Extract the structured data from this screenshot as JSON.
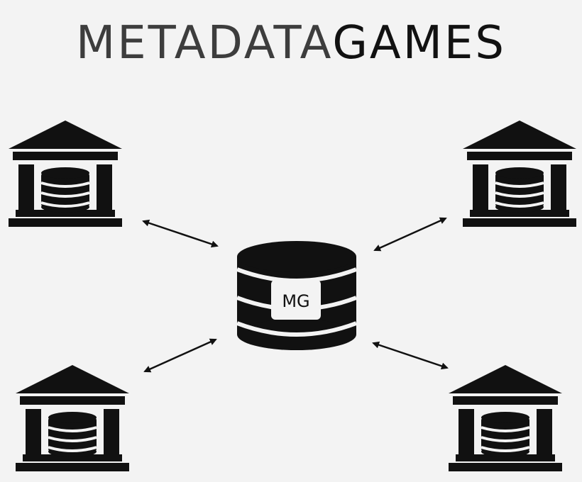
{
  "title": {
    "part1": "METADATA",
    "part2": "GAMES"
  },
  "hub": {
    "label": "MG",
    "icon": "database-icon"
  },
  "nodes": [
    {
      "name": "museum-top-left",
      "icon": "institution-database-icon"
    },
    {
      "name": "museum-top-right",
      "icon": "institution-database-icon"
    },
    {
      "name": "museum-bottom-left",
      "icon": "institution-database-icon"
    },
    {
      "name": "museum-bottom-right",
      "icon": "institution-database-icon"
    }
  ],
  "links": [
    {
      "from": "museum-top-left",
      "to": "hub",
      "direction": "bidirectional"
    },
    {
      "from": "museum-top-right",
      "to": "hub",
      "direction": "bidirectional"
    },
    {
      "from": "museum-bottom-left",
      "to": "hub",
      "direction": "bidirectional"
    },
    {
      "from": "museum-bottom-right",
      "to": "hub",
      "direction": "bidirectional"
    }
  ],
  "colors": {
    "background": "#f3f3f3",
    "ink": "#111111",
    "title_light": "#3d3d3d"
  }
}
